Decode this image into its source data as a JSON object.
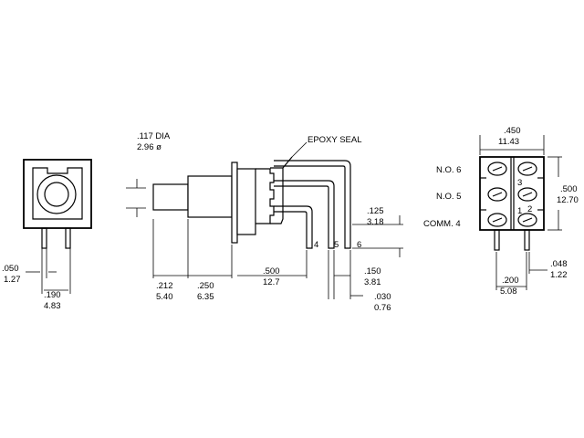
{
  "left_view": {
    "dim_pin_width": ".050",
    "dim_pin_width_mm": "1.27",
    "dim_pin_spacing": ".190",
    "dim_pin_spacing_mm": "4.83"
  },
  "side_view": {
    "dim_dia": ".117 DIA",
    "dim_dia_mm": "2.96 ø",
    "epoxy_label": "EPOXY SEAL",
    "dim_a": ".212",
    "dim_a_mm": "5.40",
    "dim_b": ".250",
    "dim_b_mm": "6.35",
    "dim_c": ".500",
    "dim_c_mm": "12.7",
    "dim_d": ".150",
    "dim_d_mm": "3.81",
    "dim_e": ".030",
    "dim_e_mm": "0.76",
    "dim_f": ".125",
    "dim_f_mm": "3.18",
    "pin_labels": [
      "4",
      "5",
      "6"
    ]
  },
  "right_view": {
    "dim_width": ".450",
    "dim_width_mm": "11.43",
    "dim_height": ".500",
    "dim_height_mm": "12.70",
    "dim_pin": ".048",
    "dim_pin_mm": "1.22",
    "dim_spacing": ".200",
    "dim_spacing_mm": "5.08",
    "terminal_labels": [
      "N.O. 6",
      "N.O. 5",
      "COMM. 4"
    ],
    "pin_numbers": [
      "3",
      "1",
      "2"
    ]
  }
}
